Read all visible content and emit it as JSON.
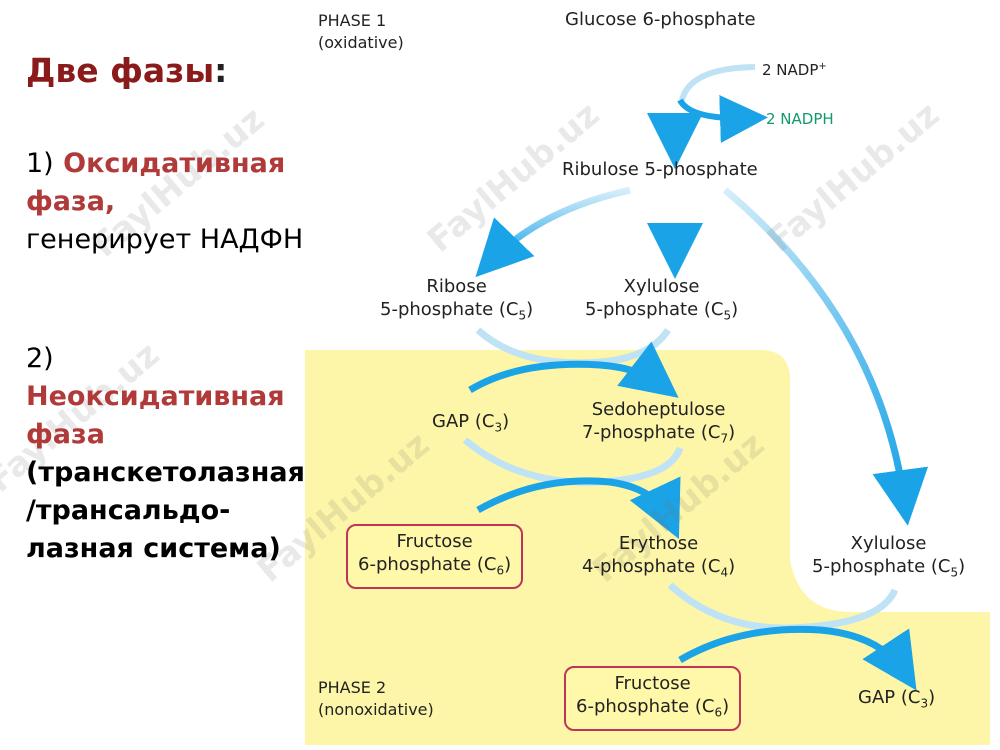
{
  "left": {
    "title": "Две фазы",
    "title_colon": ":",
    "item1_num": "1)",
    "item1_name": "Оксидативная фаза,",
    "item1_desc": "генерирует НАДФН",
    "item2_num": "2)",
    "item2_name": "Неоксидативная фаза",
    "item2_desc": "(транскетолазная /трансальдо-лазная система)"
  },
  "phase1": {
    "line1": "PHASE 1",
    "line2": "(oxidative)"
  },
  "phase2": {
    "line1": "PHASE 2",
    "line2": "(nonoxidative)"
  },
  "nodes": {
    "glucose6p": "Glucose 6-phosphate",
    "nadp": "2 NADP",
    "nadp_sup": "+",
    "nadph": "2 NADPH",
    "ribulose5p": "Ribulose 5-phosphate",
    "ribose": {
      "line1": "Ribose",
      "line2": "5-phosphate (C",
      "sub": "5",
      "end": ")"
    },
    "xylulose1": {
      "line1": "Xylulose",
      "line2": "5-phosphate (C",
      "sub": "5",
      "end": ")"
    },
    "gap1": {
      "text": "GAP (C",
      "sub": "3",
      "end": ")"
    },
    "sedo": {
      "line1": "Sedoheptulose",
      "line2": "7-phosphate (C",
      "sub": "7",
      "end": ")"
    },
    "fructose1": {
      "line1": "Fructose",
      "line2": "6-phosphate (C",
      "sub": "6",
      "end": ")"
    },
    "erythose": {
      "line1": "Erythose",
      "line2": "4-phosphate (C",
      "sub": "4",
      "end": ")"
    },
    "xylulose2": {
      "line1": "Xylulose",
      "line2": "5-phosphate (C",
      "sub": "5",
      "end": ")"
    },
    "fructose2": {
      "line1": "Fructose",
      "line2": "6-phosphate (C",
      "sub": "6",
      "end": ")"
    },
    "gap2": {
      "text": "GAP (C",
      "sub": "3",
      "end": ")"
    }
  },
  "watermark": "FaylHub.uz",
  "colors": {
    "phase2_bg": "#fdf6a8",
    "arrow": "#1aa3e6",
    "arrow_light": "#bfe3f5",
    "box_border": "#c2335a",
    "title": "#8b1a1a",
    "highlight": "#b03a3a",
    "nadph": "#119a6a"
  }
}
